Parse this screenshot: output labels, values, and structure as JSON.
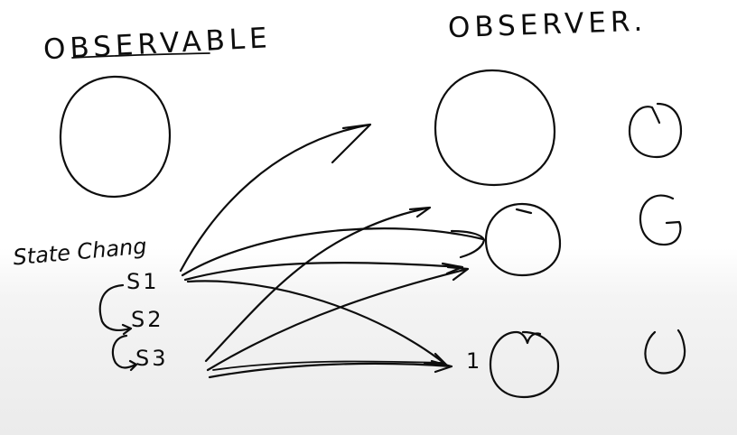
{
  "titles": {
    "observable": "OBSERVABLE",
    "observer": "OBSERVER."
  },
  "labels": {
    "state_change": "State Chang"
  },
  "states": {
    "s1": "S1",
    "s2": "S2",
    "s3": "S3"
  },
  "marks": {
    "tick": "1"
  },
  "colors": {
    "ink": "#0d0d0d",
    "paper": "#ffffff",
    "shade": "#ebebeb"
  }
}
